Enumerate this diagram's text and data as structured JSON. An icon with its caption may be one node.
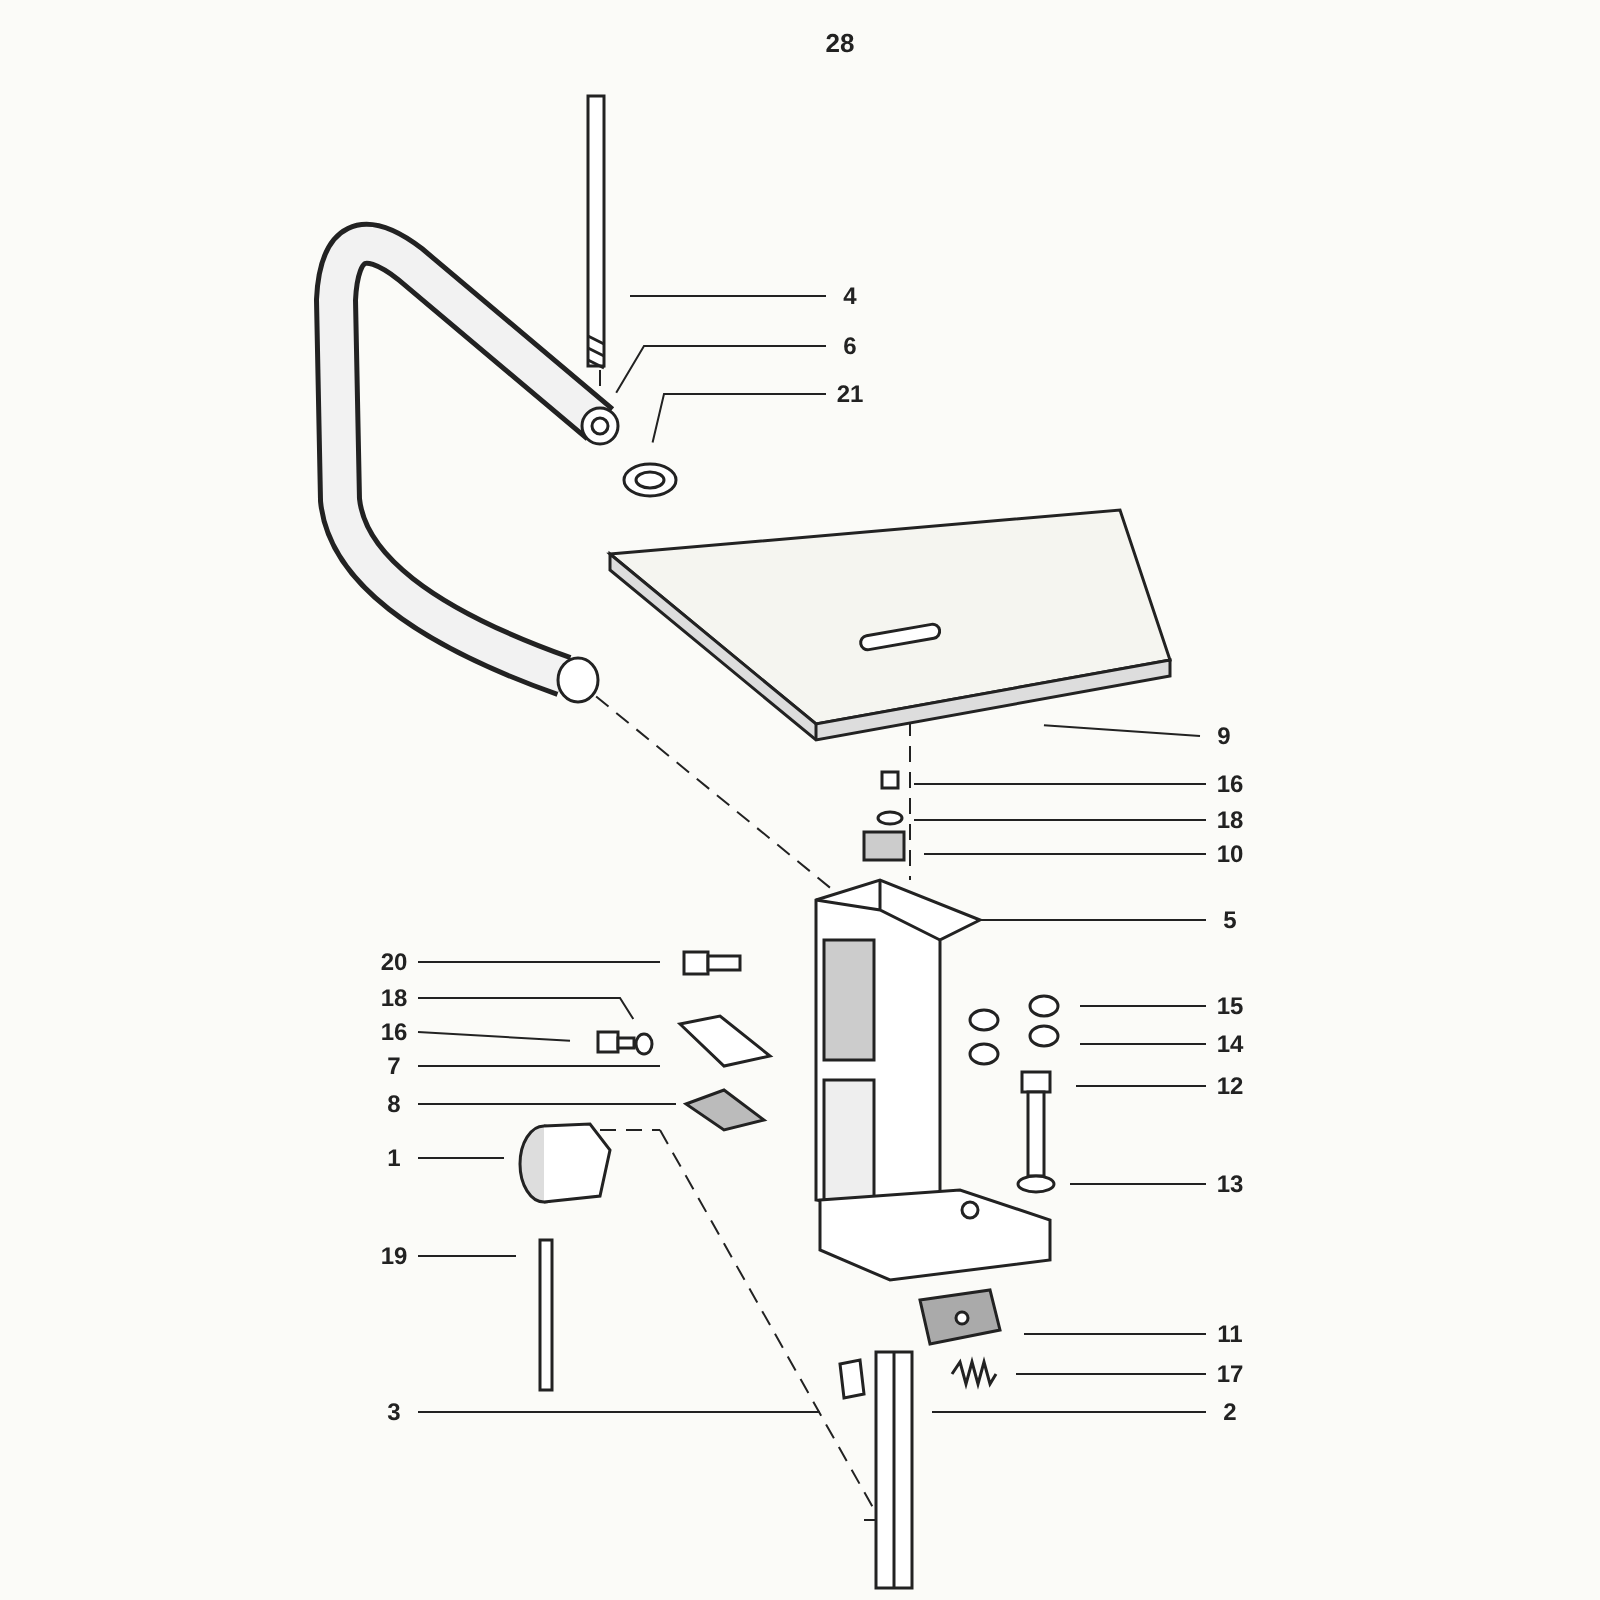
{
  "diagram": {
    "nodes": [
      {
        "text": [
          "4"
        ]
      },
      {
        "text": [
          "6"
        ]
      },
      {
        "text": [
          "21"
        ]
      },
      {
        "text": [
          "9"
        ]
      },
      {
        "text": [
          "16"
        ]
      },
      {
        "text": [
          "18"
        ]
      },
      {
        "text": [
          "10"
        ]
      },
      {
        "text": [
          "5"
        ]
      },
      {
        "text": [
          "20"
        ]
      },
      {
        "text": [
          "18"
        ]
      },
      {
        "text": [
          "15"
        ]
      },
      {
        "text": [
          "16"
        ]
      },
      {
        "text": [
          "14"
        ]
      },
      {
        "text": [
          "7"
        ]
      },
      {
        "text": [
          "12"
        ]
      },
      {
        "text": [
          "8"
        ]
      },
      {
        "text": [
          "1"
        ]
      },
      {
        "text": [
          "13"
        ]
      },
      {
        "text": [
          "19"
        ]
      },
      {
        "text": [
          "11"
        ]
      },
      {
        "text": [
          "17"
        ]
      },
      {
        "text": [
          "3"
        ]
      },
      {
        "text": [
          "2"
        ]
      }
    ],
    "edges": [
      {
        "from": 0,
        "to": null,
        "arrow": "none"
      },
      {
        "from": 1,
        "to": null,
        "arrow": "none"
      },
      {
        "from": 2,
        "to": null,
        "arrow": "none"
      },
      {
        "from": 3,
        "to": null,
        "arrow": "none"
      },
      {
        "from": 4,
        "to": null,
        "arrow": "none"
      },
      {
        "from": 5,
        "to": null,
        "arrow": "none"
      },
      {
        "from": 6,
        "to": null,
        "arrow": "none"
      },
      {
        "from": 7,
        "to": null,
        "arrow": "none"
      },
      {
        "from": 8,
        "to": null,
        "arrow": "none"
      },
      {
        "from": 9,
        "to": null,
        "arrow": "none"
      },
      {
        "from": 10,
        "to": null,
        "arrow": "none"
      },
      {
        "from": 11,
        "to": null,
        "arrow": "none"
      },
      {
        "from": 12,
        "to": null,
        "arrow": "none"
      },
      {
        "from": 13,
        "to": null,
        "arrow": "none"
      },
      {
        "from": 14,
        "to": null,
        "arrow": "none"
      },
      {
        "from": 15,
        "to": null,
        "arrow": "none"
      },
      {
        "from": 16,
        "to": null,
        "arrow": "none"
      },
      {
        "from": 17,
        "to": null,
        "arrow": "none"
      },
      {
        "from": 18,
        "to": null,
        "arrow": "none"
      },
      {
        "from": 19,
        "to": null,
        "arrow": "none"
      },
      {
        "from": 20,
        "to": null,
        "arrow": "none"
      },
      {
        "from": 21,
        "to": null,
        "arrow": "none"
      },
      {
        "from": 22,
        "to": null,
        "arrow": "none"
      }
    ],
    "labels": [
      "28"
    ]
  }
}
